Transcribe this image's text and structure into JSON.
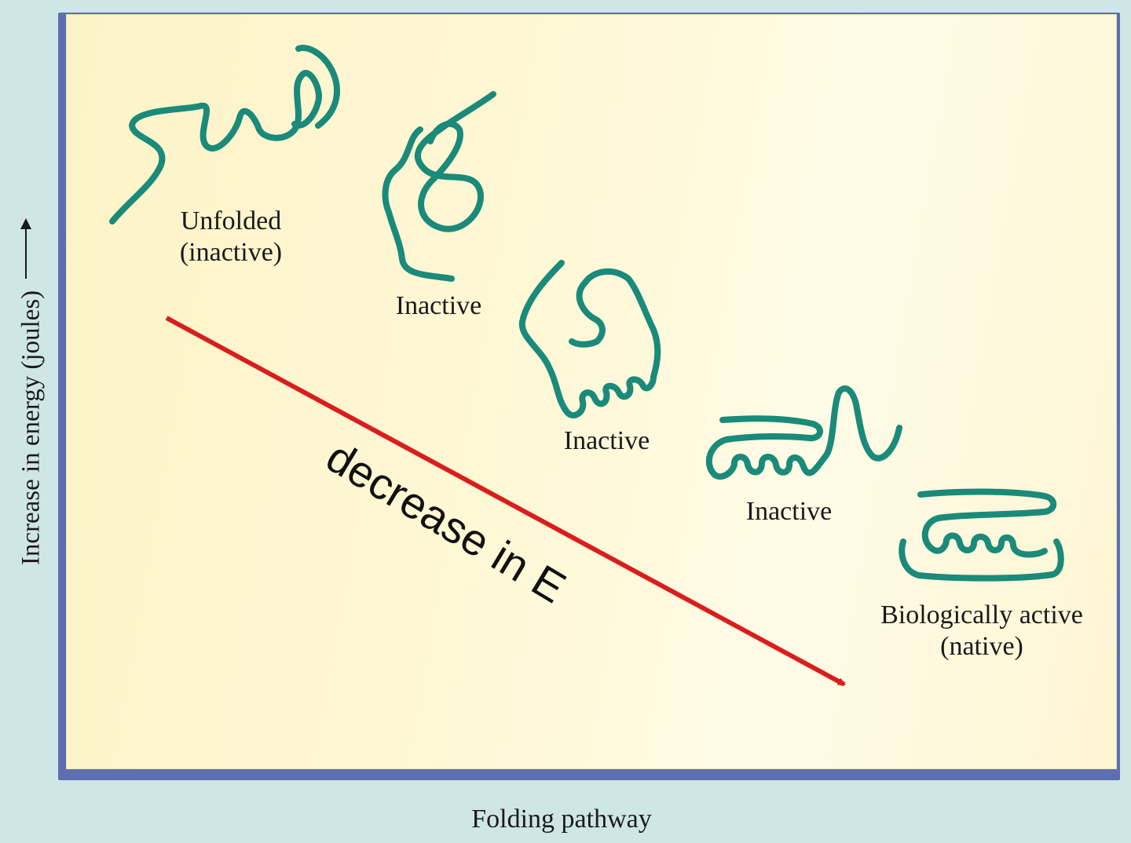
{
  "axes": {
    "y_label": "Increase in energy (joules)",
    "x_label": "Folding pathway"
  },
  "states": [
    {
      "line1": "Unfolded",
      "line2": "(inactive)"
    },
    {
      "line1": "Inactive",
      "line2": ""
    },
    {
      "line1": "Inactive",
      "line2": ""
    },
    {
      "line1": "Inactive",
      "line2": ""
    },
    {
      "line1": "Biologically active",
      "line2": "(native)"
    }
  ],
  "annotation": {
    "arrow_text": "decrease in E",
    "arrow_color": "#d81e1e"
  },
  "colors": {
    "protein_strand": "#1a8a7a",
    "background": "#cfe6e6",
    "frame": "#5d6fb0"
  }
}
